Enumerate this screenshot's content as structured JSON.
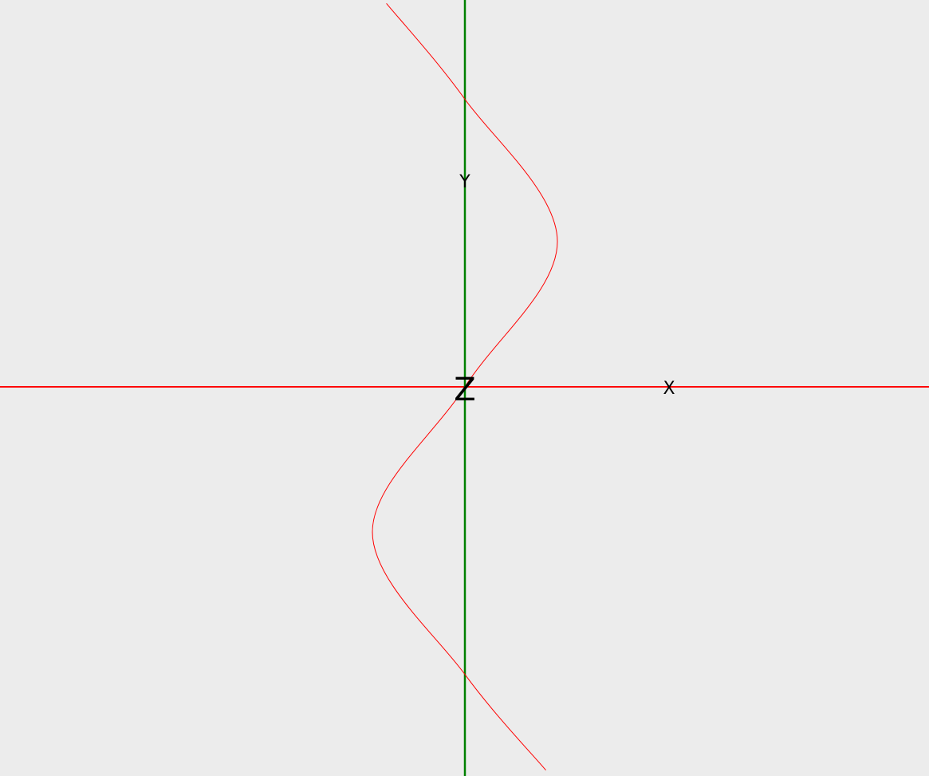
{
  "chart_data": {
    "type": "line",
    "view": "3d-axes-front",
    "x_axis": {
      "label": "X",
      "color": "#ff0000"
    },
    "y_axis": {
      "label": "Y",
      "color": "#008000"
    },
    "z_axis": {
      "label": "Z"
    },
    "background": "#ececec",
    "series": [
      {
        "color": "#ff0000",
        "points": [
          [
            -0.386,
            1.885
          ],
          [
            0.0,
            1.414
          ],
          [
            0.455,
            0.714
          ],
          [
            0.0,
            0.0
          ],
          [
            -0.455,
            -0.714
          ],
          [
            0.0,
            -1.414
          ],
          [
            0.398,
            -1.885
          ]
        ]
      }
    ],
    "grid": false,
    "legend": "none"
  }
}
